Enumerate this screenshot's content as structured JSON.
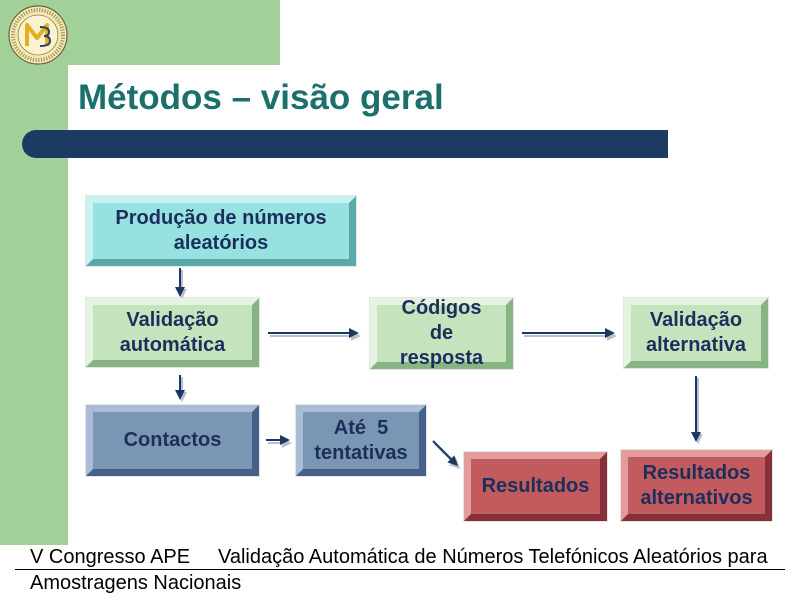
{
  "slide": {
    "title": "Métodos – visão geral"
  },
  "flow": {
    "producao": {
      "lines": [
        "Produção de números",
        "aleatórios"
      ]
    },
    "validacao_automatica": {
      "lines": [
        "Validação",
        "automática"
      ]
    },
    "codigos_resposta": {
      "lines": [
        "Códigos",
        "de",
        "resposta"
      ]
    },
    "validacao_alternativa": {
      "lines": [
        "Validação",
        "alternativa"
      ]
    },
    "contactos": {
      "lines": [
        "Contactos"
      ]
    },
    "tentativas": {
      "lines": [
        "Até  5",
        "tentativas"
      ]
    },
    "resultados": {
      "lines": [
        "Resultados"
      ]
    },
    "resultados_alternativos": {
      "lines": [
        "Resultados",
        "alternativos"
      ]
    }
  },
  "footer": {
    "event": "V Congresso APE",
    "title_line1": "Validação Automática de Números Telefónicos Aleatórios para",
    "title_line2": "Amostragens Nacionais"
  },
  "icons": {
    "logo": "university-seal-logo",
    "connector": "arrow-icon"
  },
  "colors": {
    "sidebar_green": "#a3cf99",
    "title_teal": "#1b6f6c",
    "title_bar_navy": "#1d3a61",
    "box_text": "#1c2f5c",
    "arrow": "#1c3763",
    "arrow_shadow": "#b4c0d2",
    "footer_text": "#000000",
    "footer_rule": "#000000",
    "cyan_face": "#97e1e1",
    "cyan_light": "#c9f2f2",
    "cyan_dark": "#5aa9a9",
    "green_face": "#c5e4be",
    "green_light": "#e4f4e0",
    "green_dark": "#88b382",
    "blue_face": "#7b95b5",
    "blue_light": "#aabdd6",
    "blue_dark": "#45618a",
    "red_face": "#c25b5d",
    "red_light": "#e39b9c",
    "red_dark": "#86303a"
  }
}
